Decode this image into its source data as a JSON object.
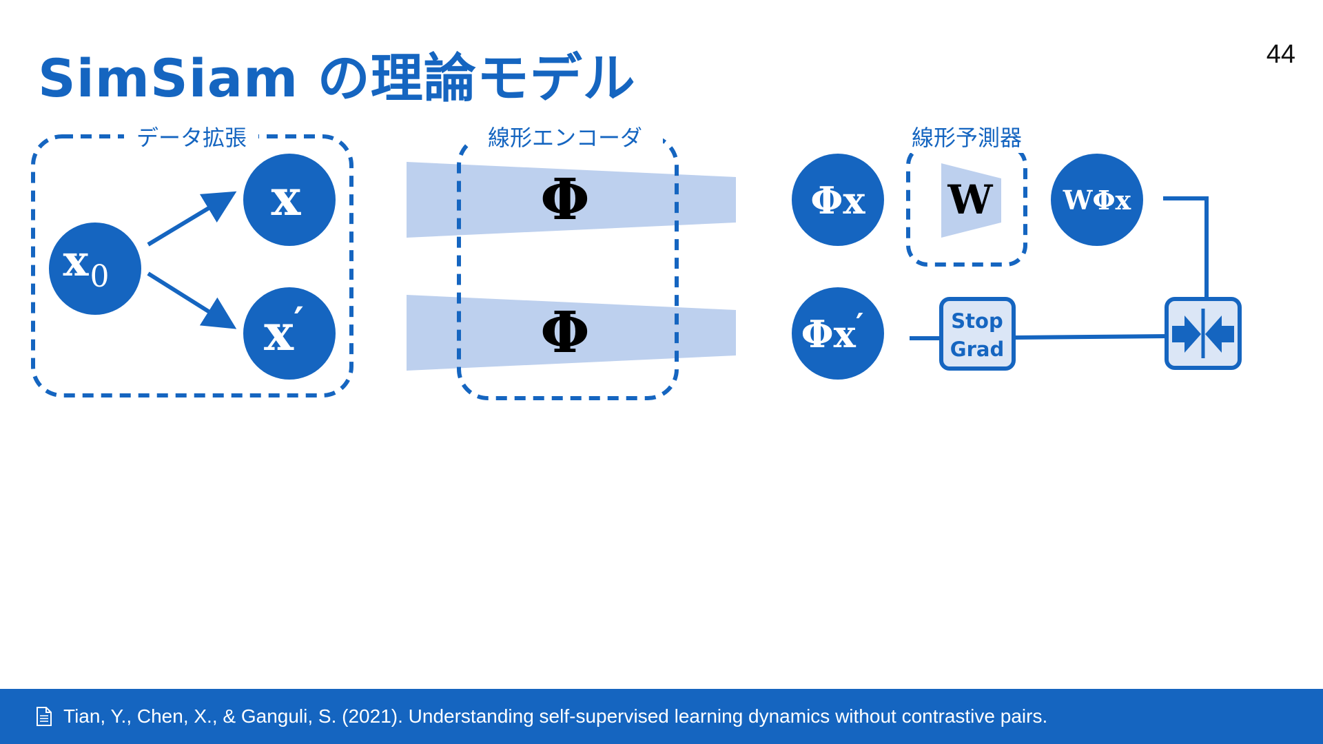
{
  "slide": {
    "title": "SimSiam の理論モデル",
    "page_number": "44"
  },
  "groups": {
    "augmentation": "データ拡張",
    "encoder": "線形エンコーダ",
    "predictor": "線形予測器"
  },
  "nodes": {
    "x0": "x",
    "x0_sub": "0",
    "x": "x",
    "x_prime": "x",
    "prime_mark": "′",
    "encoder_top": "Φ",
    "encoder_bottom": "Φ",
    "phi_x": "Φx",
    "phi_x_prime": "Φx",
    "w": "W",
    "w_phi_x": "WΦx"
  },
  "stop_grad": {
    "line1": "Stop",
    "line2": "Grad"
  },
  "colors": {
    "primary": "#1565c0",
    "light_fill": "#bdd0ee",
    "box_fill": "#dbe6f6"
  },
  "icons": {
    "reference": "document-icon",
    "compare": "converging-arrows-icon"
  },
  "footer": {
    "citation": "Tian, Y., Chen, X., & Ganguli, S. (2021). Understanding self-supervised learning dynamics without contrastive pairs."
  }
}
